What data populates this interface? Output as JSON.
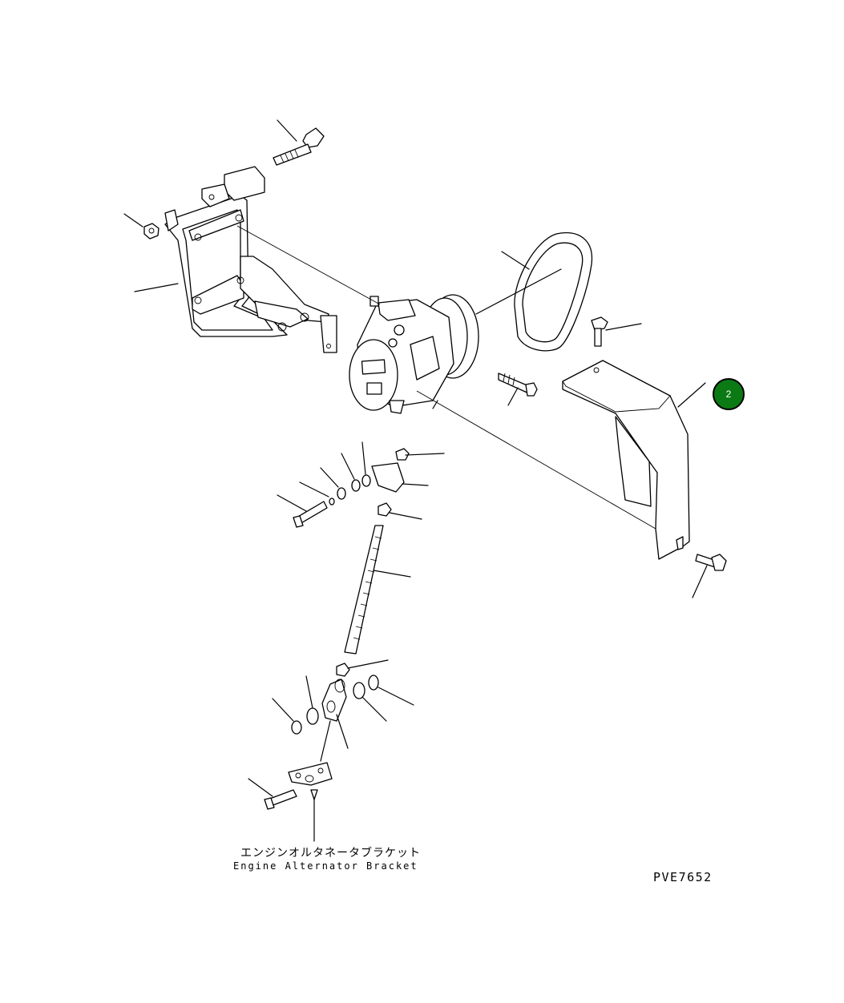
{
  "diagram": {
    "bracket_label_jp": "エンジンオルタネータブラケット",
    "bracket_label_en": "Engine Alternator Bracket",
    "drawing_id": "PVE7652",
    "callout": {
      "number": "2",
      "color": "#0b7a14"
    }
  }
}
